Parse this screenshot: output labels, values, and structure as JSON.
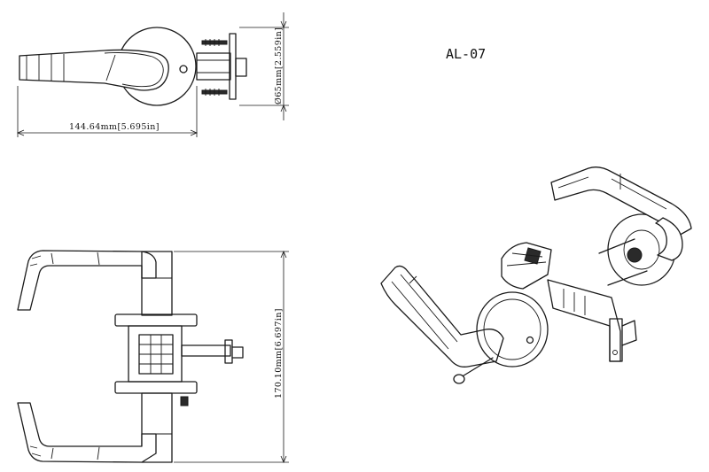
{
  "model_label": "AL-07",
  "dimensions": {
    "length": "144.64mm[5.695in]",
    "diameter": "Ø65mm[2.559in]",
    "height": "170.10mm[6.697in]"
  }
}
